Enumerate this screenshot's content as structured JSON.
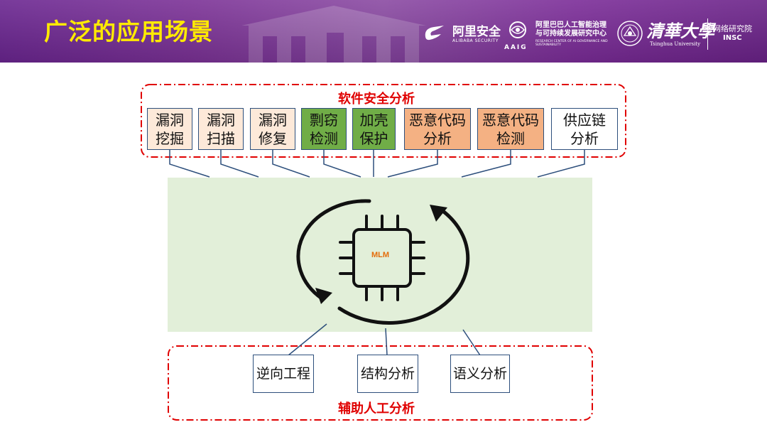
{
  "header": {
    "title": "广泛的应用场景"
  },
  "logos": {
    "alibaba": {
      "name": "阿里安全",
      "sub": "ALIBABA SECURITY"
    },
    "aaig": {
      "mark": "AAIG",
      "cn_line1": "阿里巴巴人工智能治理",
      "cn_line2": "与可持续发展研究中心",
      "en": "RESEARCH CENTER OF AI GOVERNANCE AND SUSTAINABILITY"
    },
    "tsinghua": {
      "name": "清華大學",
      "sub": "Tsinghua University",
      "dept_cn": "网络研究院",
      "dept_en": "INSC"
    }
  },
  "software_security": {
    "title": "软件安全分析",
    "items": [
      {
        "line1": "漏洞",
        "line2": "挖掘"
      },
      {
        "line1": "漏洞",
        "line2": "扫描"
      },
      {
        "line1": "漏洞",
        "line2": "修复"
      },
      {
        "line1": "剽窃",
        "line2": "检测"
      },
      {
        "line1": "加壳",
        "line2": "保护"
      },
      {
        "line1": "恶意代码",
        "line2": "分析"
      },
      {
        "line1": "恶意代码",
        "line2": "检测"
      },
      {
        "line1": "供应链",
        "line2": "分析"
      }
    ]
  },
  "core": {
    "label": "MLM"
  },
  "assist": {
    "title": "辅助人工分析",
    "items": [
      {
        "label": "逆向工程"
      },
      {
        "label": "结构分析"
      },
      {
        "label": "语义分析"
      }
    ]
  },
  "colors": {
    "header_purple": "#7b2c98",
    "title_yellow": "#ffea00",
    "dashed_red": "#e00000",
    "peach": "#fde9d9",
    "green": "#70ad47",
    "orange": "#f4b183",
    "panel_green": "#e2efd9",
    "mlm_orange": "#e46c0a"
  }
}
